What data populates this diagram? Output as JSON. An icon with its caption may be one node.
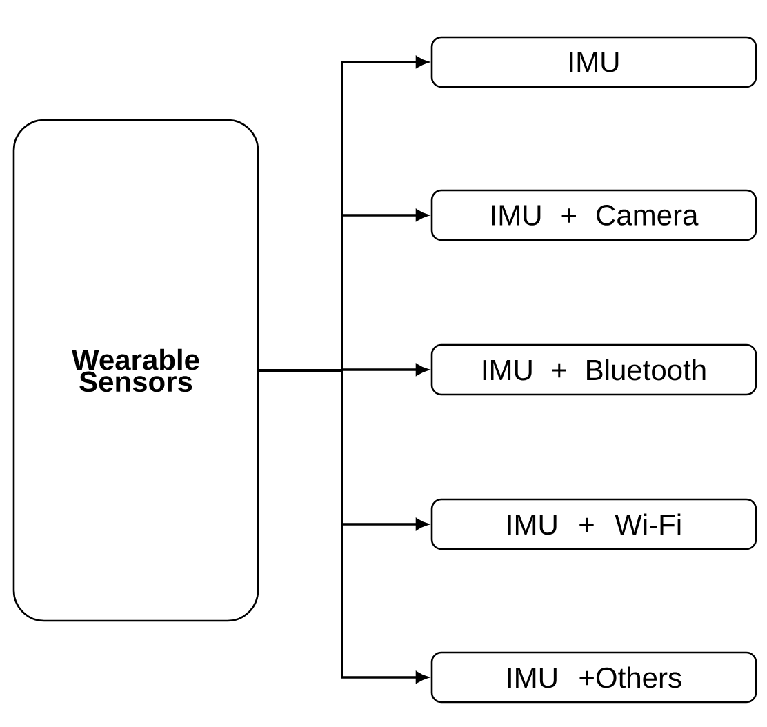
{
  "diagram": {
    "nodes": [
      {
        "text": [
          "Wearable Sensors"
        ]
      },
      {
        "text": [
          "IMU"
        ]
      },
      {
        "text": [
          "IMU + Camera"
        ]
      },
      {
        "text": [
          "IMU + Bluetooth"
        ]
      },
      {
        "text": [
          "IMU + Wi-Fi"
        ]
      },
      {
        "text": [
          "IMU +Others"
        ]
      }
    ],
    "edges": [
      {
        "from": 0,
        "to": 1,
        "arrow": "to"
      },
      {
        "from": 0,
        "to": 2,
        "arrow": "to"
      },
      {
        "from": 0,
        "to": 3,
        "arrow": "to"
      },
      {
        "from": 0,
        "to": 4,
        "arrow": "to"
      },
      {
        "from": 0,
        "to": 5,
        "arrow": "to"
      }
    ]
  }
}
